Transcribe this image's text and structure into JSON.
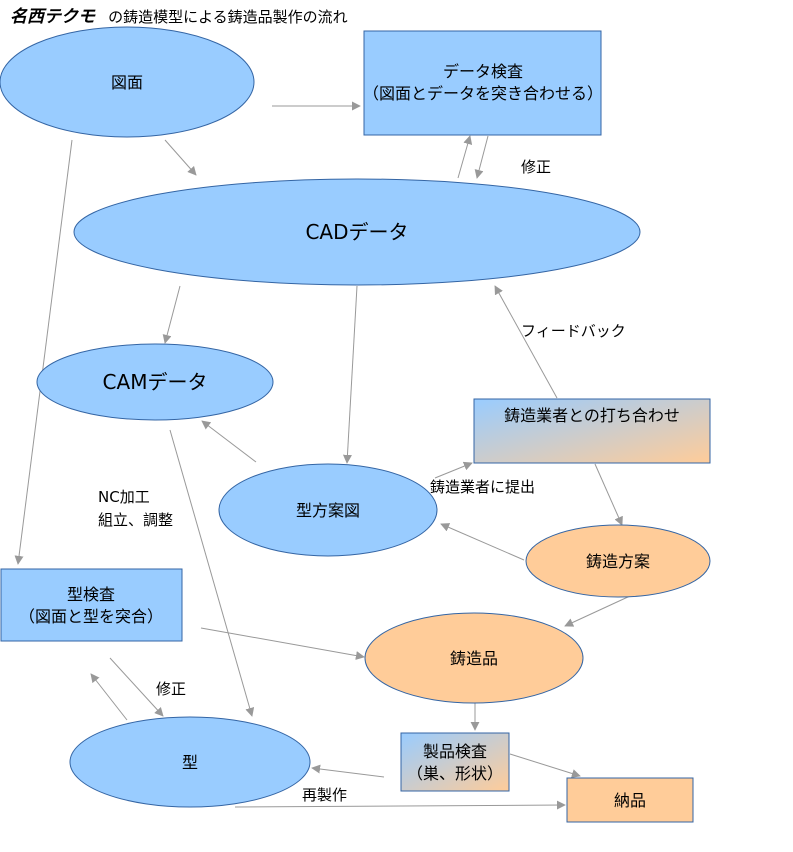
{
  "title": {
    "brand": "名西テクモ",
    "rest": "の鋳造模型による鋳造品製作の流れ"
  },
  "colors": {
    "blue": "#99ccff",
    "orange": "#ffcc99",
    "stroke": "#3465a4",
    "arrow": "#999999"
  },
  "nodes": {
    "drawing": "図面",
    "data_check_line1": "データ検査",
    "data_check_line2": "（図面とデータを突き合わせる）",
    "cad": "CADデータ",
    "cam": "CAMデータ",
    "meeting": "鋳造業者との打ち合わせ",
    "plan_drawing": "型方案図",
    "casting_plan": "鋳造方案",
    "mold_check_line1": "型検査",
    "mold_check_line2": "（図面と型を突合）",
    "casting": "鋳造品",
    "mold": "型",
    "product_check_line1": "製品検査",
    "product_check_line2": "（巣、形状）",
    "delivery": "納品"
  },
  "edge_labels": {
    "fix_top": "修正",
    "feedback": "フィードバック",
    "submit": "鋳造業者に提出",
    "nc_line1": "NC加工",
    "nc_line2": "組立、調整",
    "fix_bottom": "修正",
    "remake": "再製作"
  }
}
